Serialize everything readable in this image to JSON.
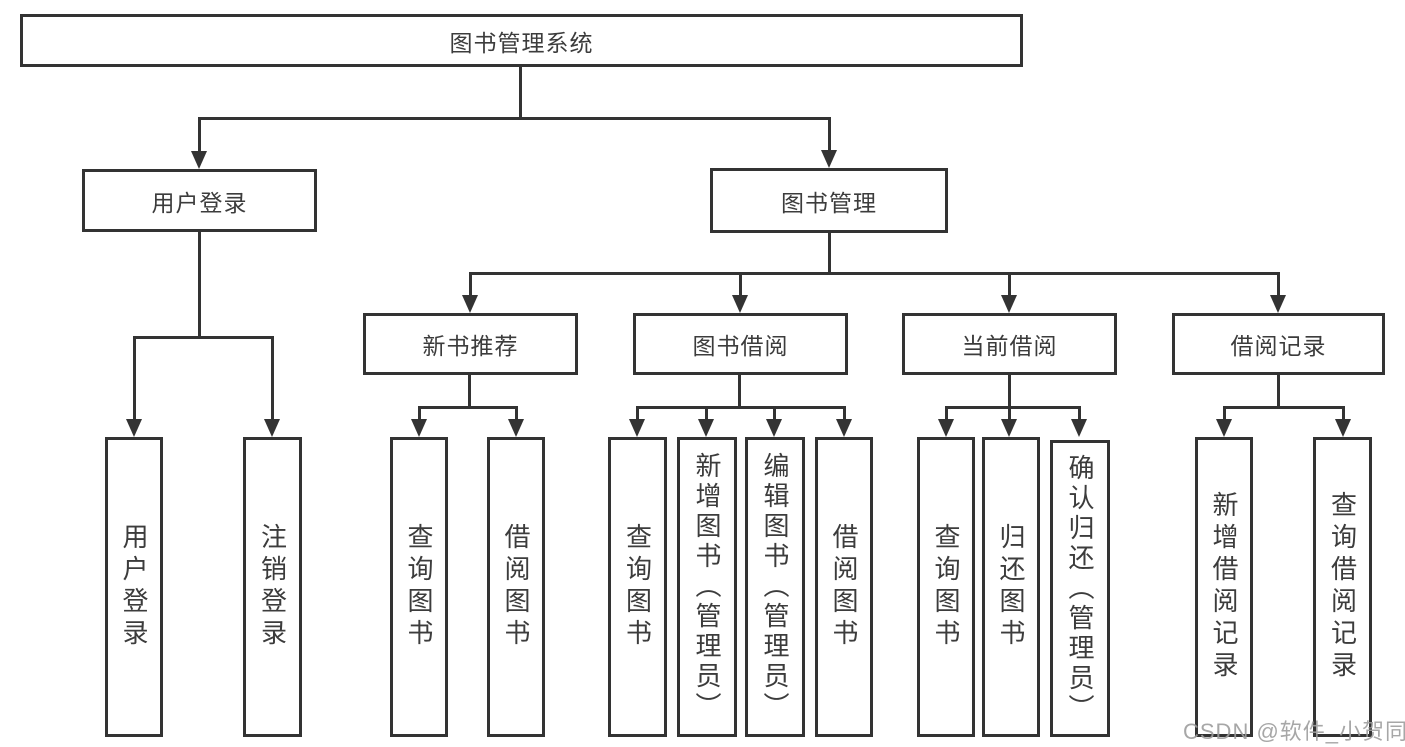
{
  "diagram": {
    "root": {
      "label": "图书管理系统"
    },
    "branches": [
      {
        "label": "用户登录",
        "children": [
          {
            "label": "用户登录"
          },
          {
            "label": "注销登录"
          }
        ]
      },
      {
        "label": "图书管理",
        "children": [
          {
            "label": "新书推荐",
            "children": [
              {
                "label": "查询图书"
              },
              {
                "label": "借阅图书"
              }
            ]
          },
          {
            "label": "图书借阅",
            "children": [
              {
                "label": "查询图书"
              },
              {
                "label": "新增图书（管理员）"
              },
              {
                "label": "编辑图书（管理员）"
              },
              {
                "label": "借阅图书"
              }
            ]
          },
          {
            "label": "当前借阅",
            "children": [
              {
                "label": "查询图书"
              },
              {
                "label": "归还图书"
              },
              {
                "label": "确认归还（管理员）"
              }
            ]
          },
          {
            "label": "借阅记录",
            "children": [
              {
                "label": "新增借阅记录"
              },
              {
                "label": "查询借阅记录"
              }
            ]
          }
        ]
      }
    ]
  },
  "watermark": {
    "text": "CSDN @软件_小贺同学",
    "color": "#9e9e9e"
  },
  "colors": {
    "line": "#333333",
    "text": "#3c3c3c",
    "background": "#ffffff",
    "box_fill": "#ffffff"
  }
}
